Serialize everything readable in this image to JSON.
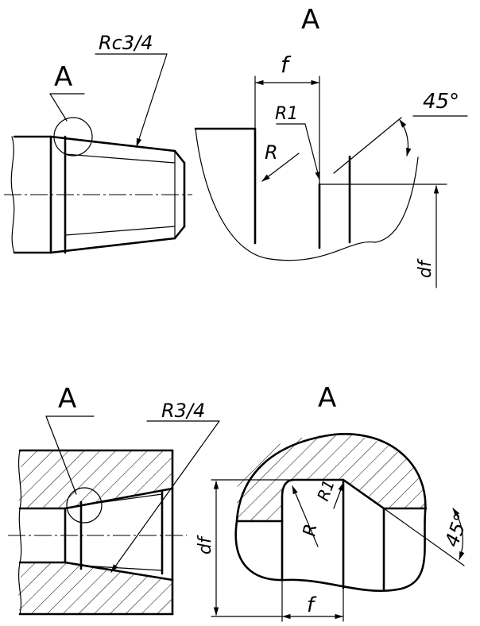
{
  "top": {
    "callout_label": "A",
    "roughness_label": "Rc3/4",
    "detail_title": "A",
    "dim_f": "f",
    "dim_r": "R",
    "dim_r1": "R1",
    "dim_angle": "45°",
    "dim_df": "df"
  },
  "bottom": {
    "callout_label": "A",
    "roughness_label": "R3/4",
    "detail_title": "A",
    "dim_f": "f",
    "dim_r": "R",
    "dim_r1": "R1",
    "dim_angle": "45°",
    "dim_df": "df"
  }
}
